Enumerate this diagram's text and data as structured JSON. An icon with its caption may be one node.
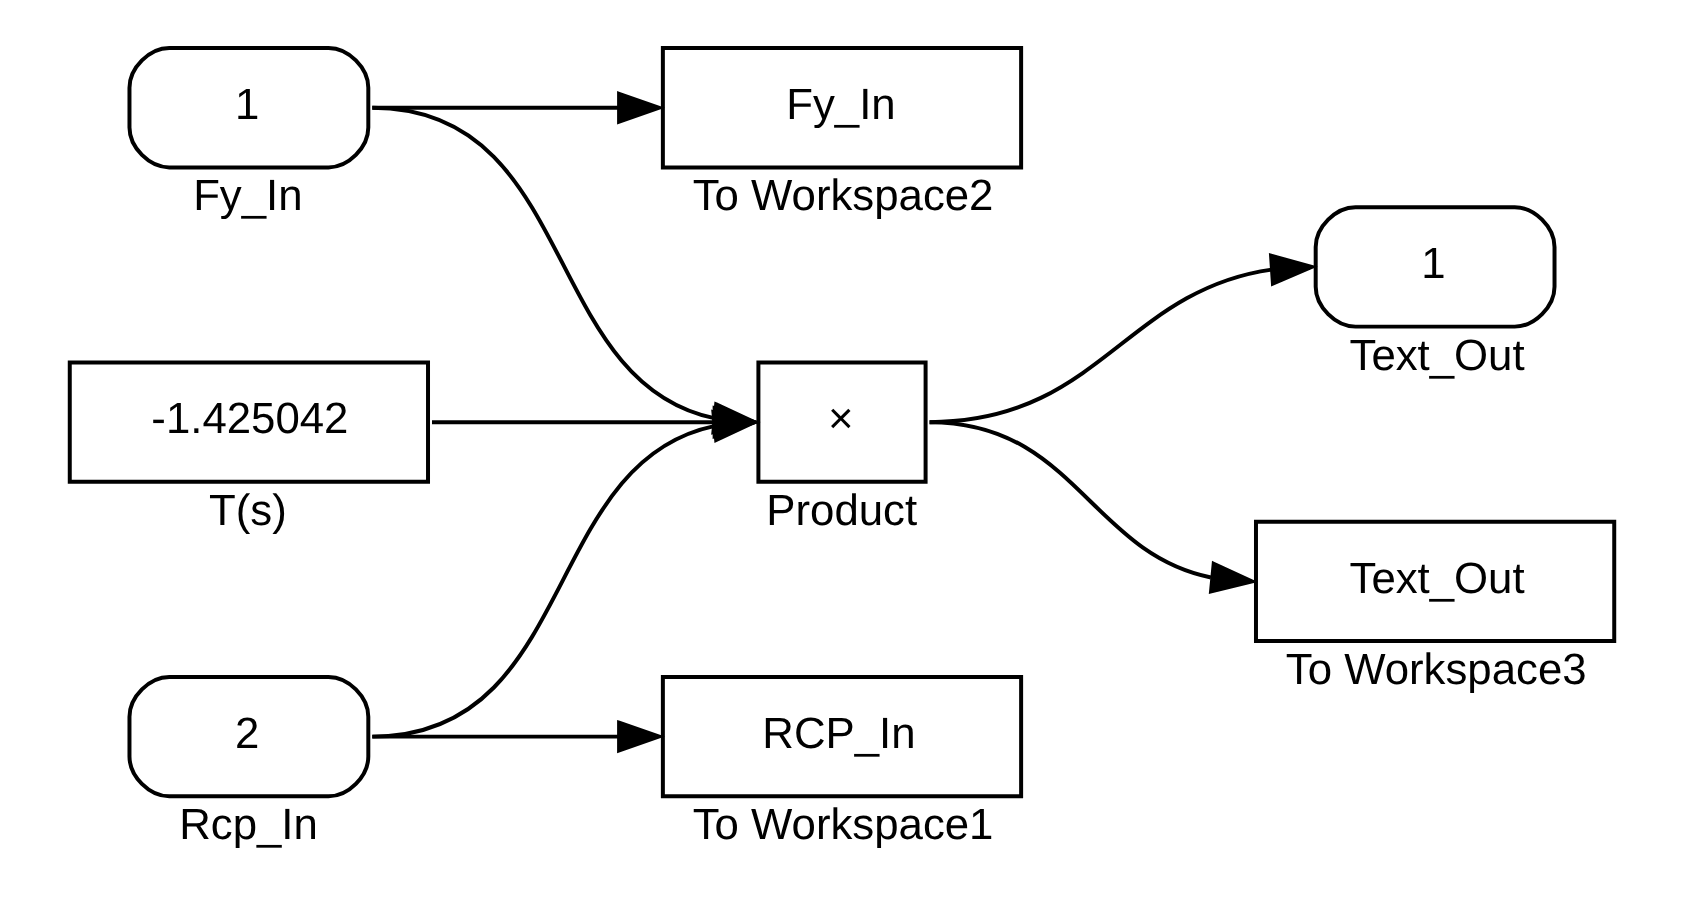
{
  "diagram": {
    "nodes": [
      {
        "text": [
          "1"
        ],
        "beside": [
          "Fy_In"
        ]
      },
      {
        "text": [
          "Fy_In"
        ],
        "beside": [
          "To Workspace2"
        ]
      },
      {
        "text": [
          "-1.425042"
        ],
        "beside": [
          "T(s)"
        ]
      },
      {
        "text": [
          "2"
        ],
        "beside": [
          "Rcp_In"
        ]
      },
      {
        "text": [
          "RCP_In"
        ],
        "beside": [
          "To Workspace1"
        ]
      },
      {
        "text": [
          "×"
        ],
        "beside": [
          "Product"
        ]
      },
      {
        "text": [
          "1"
        ],
        "beside": [
          "Text_Out"
        ]
      },
      {
        "text": [
          "Text_Out"
        ],
        "beside": [
          "To Workspace3"
        ]
      }
    ],
    "edges": [
      {
        "from": 0,
        "to": 1,
        "arrow": "to"
      },
      {
        "from": 0,
        "to": 5,
        "arrow": "to"
      },
      {
        "from": 2,
        "to": 5,
        "arrow": "to"
      },
      {
        "from": 3,
        "to": 5,
        "arrow": "to"
      },
      {
        "from": 3,
        "to": 4,
        "arrow": "to"
      },
      {
        "from": 5,
        "to": 6,
        "arrow": "to"
      },
      {
        "from": 5,
        "to": 7,
        "arrow": "to"
      }
    ]
  }
}
